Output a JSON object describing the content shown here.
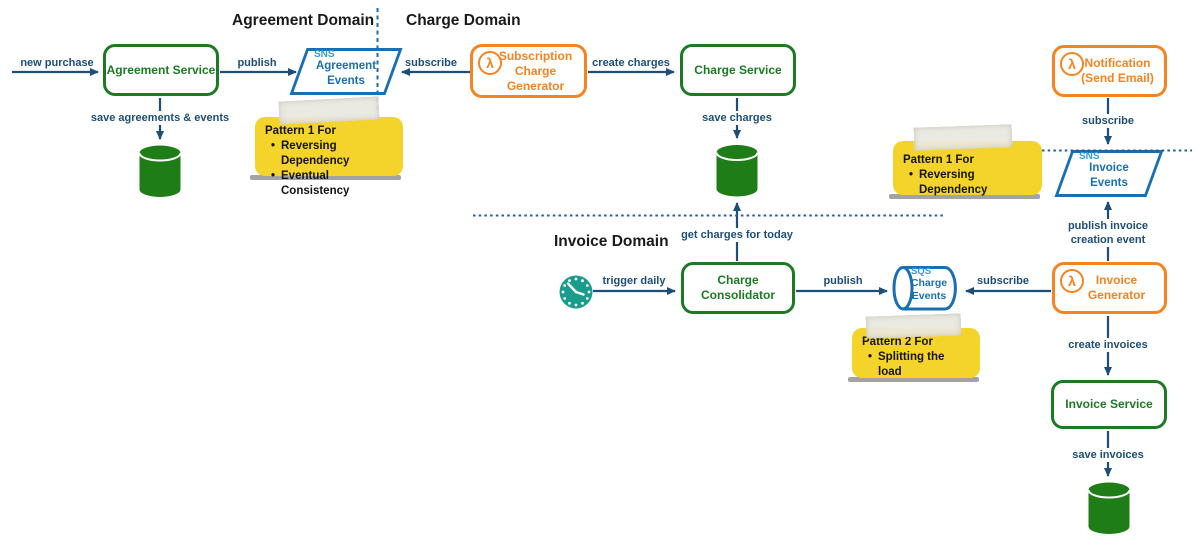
{
  "glyphs": {
    "lambda": "λ",
    "bullet": "•"
  },
  "colors": {
    "service_green": "#1d7a24",
    "lambda_orange": "#f5831f",
    "event_blue": "#1a6fb3",
    "badge_light_blue": "#2f9fd8",
    "arrow_navy": "#1d4e79",
    "note_yellow": "#f4d32a",
    "db_green": "#1e7d16",
    "clock_teal": "#1a9c8c"
  },
  "headers": {
    "agreement": "Agreement Domain",
    "charge": "Charge Domain",
    "invoice": "Invoice Domain"
  },
  "services": {
    "agreement": {
      "label": "Agreement Service"
    },
    "charge": {
      "label": "Charge Service"
    },
    "charge_consolidator": {
      "line1": "Charge",
      "line2": "Consolidator"
    },
    "invoice": {
      "label": "Invoice Service"
    }
  },
  "lambdas": {
    "subscription_charge_generator": {
      "line1": "Subscription",
      "line2": "Charge Generator"
    },
    "notification": {
      "line1": "Notification",
      "line2": "(Send Email)"
    },
    "invoice_generator": {
      "line1": "Invoice",
      "line2": "Generator"
    }
  },
  "events": {
    "agreement_events": {
      "service": "SNS",
      "line1": "Agreement",
      "line2": "Events"
    },
    "invoice_events": {
      "service": "SNS",
      "line1": "Invoice",
      "line2": "Events"
    },
    "charge_events": {
      "service": "SQS",
      "line1": "Charge",
      "line2": "Events"
    }
  },
  "labels": {
    "new_purchase": "new purchase",
    "publish_agreement": "publish",
    "subscribe_agreement": "subscribe",
    "create_charges": "create charges",
    "save_agreements": "save agreements & events",
    "save_charges": "save charges",
    "get_charges": "get charges for today",
    "trigger_daily": "trigger daily",
    "publish_charge": "publish",
    "subscribe_charge_queue": "subscribe",
    "create_invoices": "create invoices",
    "save_invoices": "save invoices",
    "subscribe_notification": "subscribe",
    "publish_invoice_line1": "publish invoice",
    "publish_invoice_line2": "creation event"
  },
  "notes": {
    "note1": {
      "title": "Pattern 1 For",
      "bullets": [
        "Reversing Dependency",
        "Eventual Consistency"
      ]
    },
    "note2": {
      "title": "Pattern 1 For",
      "bullets": [
        "Reversing Dependency"
      ]
    },
    "note3": {
      "title": "Pattern 2 For",
      "bullets": [
        "Splitting the load"
      ]
    }
  }
}
